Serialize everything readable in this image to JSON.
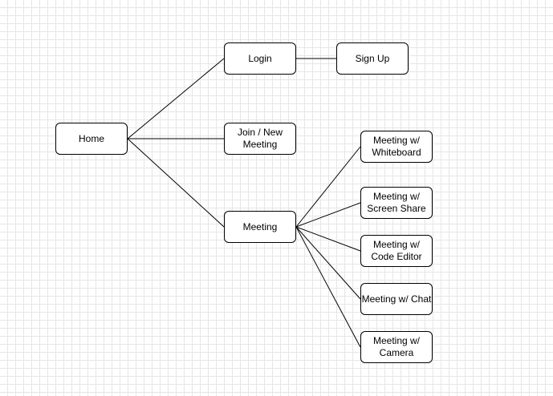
{
  "diagram": {
    "colors": {
      "stroke": "#000000",
      "node_fill": "#ffffff",
      "grid": "#e6e6e6",
      "background": "#ffffff"
    },
    "nodes": {
      "home": "Home",
      "login": "Login",
      "signup": "Sign Up",
      "join_new_meeting": "Join / New\nMeeting",
      "meeting": "Meeting",
      "meeting_whiteboard": "Meeting w/\nWhiteboard",
      "meeting_screen_share": "Meeting w/\nScreen Share",
      "meeting_code_editor": "Meeting w/\nCode Editor",
      "meeting_chat": "Meeting w/ Chat",
      "meeting_camera": "Meeting w/\nCamera"
    },
    "edges": [
      [
        "home",
        "login"
      ],
      [
        "home",
        "join_new_meeting"
      ],
      [
        "home",
        "meeting"
      ],
      [
        "login",
        "signup"
      ],
      [
        "meeting",
        "meeting_whiteboard"
      ],
      [
        "meeting",
        "meeting_screen_share"
      ],
      [
        "meeting",
        "meeting_code_editor"
      ],
      [
        "meeting",
        "meeting_chat"
      ],
      [
        "meeting",
        "meeting_camera"
      ]
    ]
  }
}
